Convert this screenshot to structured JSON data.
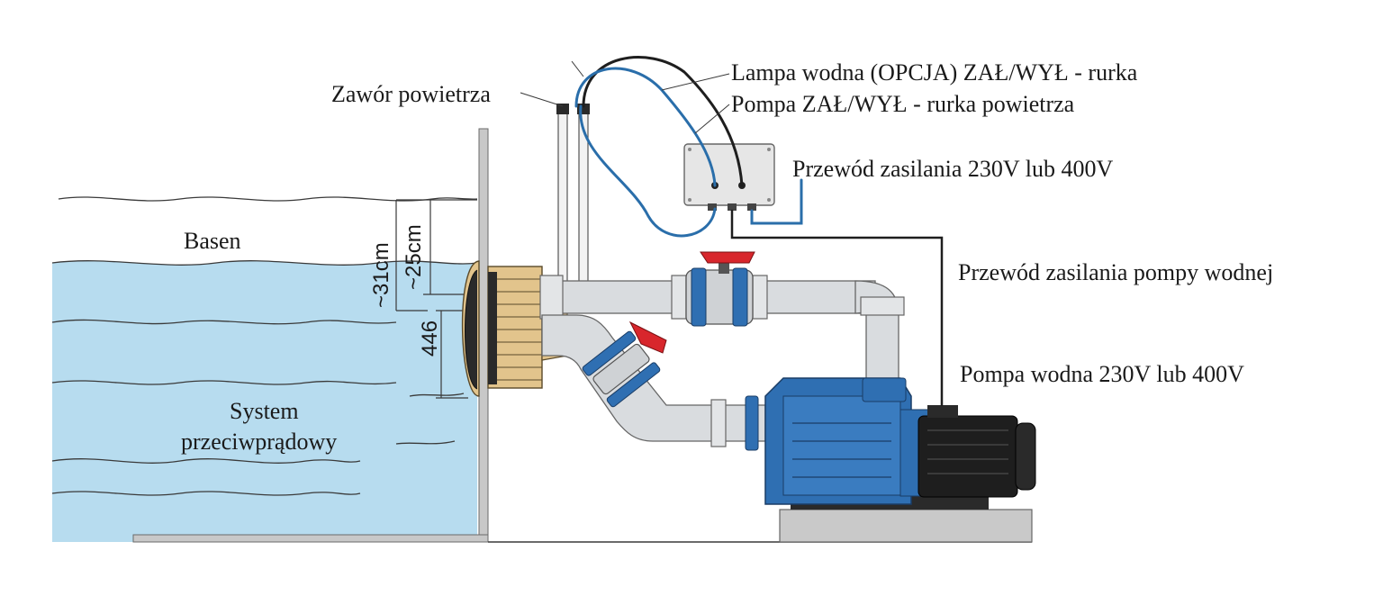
{
  "labels": {
    "air_valve": "Zawór powietrza",
    "lamp_tube": "Lampa wodna (OPCJA) ZAŁ/WYŁ - rurka",
    "pump_tube": "Pompa ZAŁ/WYŁ - rurka powietrza",
    "power_cable": "Przewód zasilania 230V lub 400V",
    "pool": "Basen",
    "pump_cable": "Przewód zasilania pompy wodnej",
    "pump": "Pompa wodna 230V lub 400V",
    "system_line1": "System",
    "system_line2": "przeciwprądowy"
  },
  "dimensions": {
    "d31": "~31cm",
    "d25": "~25cm",
    "d446": "446"
  },
  "colors": {
    "water": "#b7dcef",
    "pump_blue": "#2f6fb2",
    "pipe_grey": "#d9dcdf",
    "brass": "#e2c48c",
    "valve_red": "#d8262c",
    "motor_black": "#1e1e1e",
    "tube_blue": "#2a6eaa"
  }
}
